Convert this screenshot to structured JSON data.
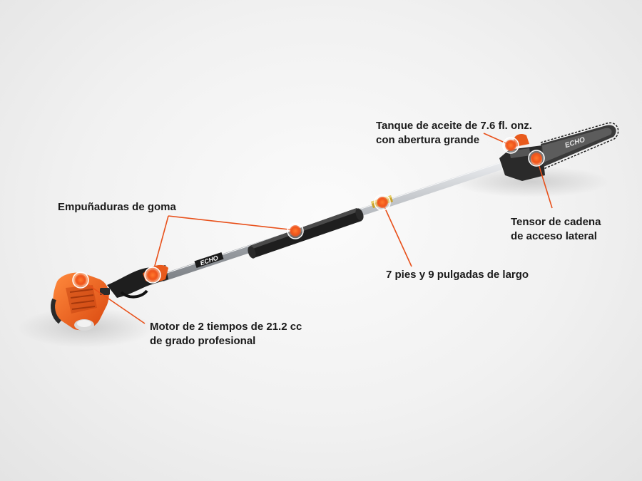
{
  "brand": {
    "logo_text": "ECHO"
  },
  "callouts": {
    "oil_tank": {
      "lines": [
        "Tanque de aceite de 7.6 fl. onz.",
        "con abertura grande"
      ]
    },
    "chain_tensioner": {
      "lines": [
        "Tensor de cadena",
        "de acceso lateral"
      ]
    },
    "length": {
      "lines": [
        "7 pies y 9 pulgadas de largo"
      ]
    },
    "rubber_grips": {
      "lines": [
        "Empuñaduras de goma"
      ]
    },
    "engine": {
      "lines": [
        "Motor de 2 tiempos de 21.2 cc",
        "de grado profesional"
      ]
    }
  },
  "colors": {
    "accent_orange": "#f26522",
    "callout_line": "#e8501a",
    "shaft": "#b9bcc0",
    "grip": "#1e1e1e"
  }
}
